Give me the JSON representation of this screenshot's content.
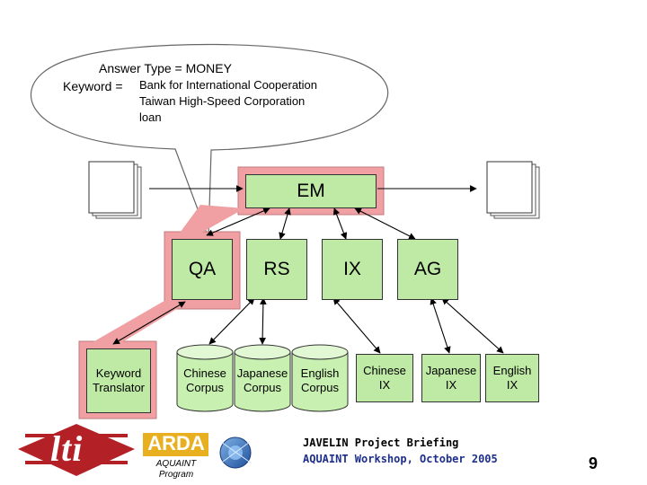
{
  "callout": {
    "answer_type": "Answer Type = MONEY",
    "keyword_prefix": "Keyword =",
    "keywords": [
      "Bank for International Cooperation",
      "Taiwan High-Speed Corporation",
      "loan"
    ]
  },
  "modules": {
    "em": "EM",
    "qa": "QA",
    "rs": "RS",
    "ix": "IX",
    "ag": "AG",
    "keyword_translator": [
      "Keyword",
      "Translator"
    ]
  },
  "corpora": [
    {
      "line1": "Chinese",
      "line2": "Corpus"
    },
    {
      "line1": "Japanese",
      "line2": "Corpus"
    },
    {
      "line1": "English",
      "line2": "Corpus"
    }
  ],
  "ix_boxes": [
    {
      "line1": "Chinese",
      "line2": "IX"
    },
    {
      "line1": "Japanese",
      "line2": "IX"
    },
    {
      "line1": "English",
      "line2": "IX"
    }
  ],
  "footer": {
    "lti_logo": "lti",
    "arda_logo": "ARDA",
    "aquaint_line1": "AQUAINT",
    "aquaint_line2": "Program",
    "title": "JAVELIN Project Briefing",
    "subtitle": "AQUAINT Workshop, October 2005",
    "page_number": "9"
  },
  "colors": {
    "box_fill": "#bfeaa6",
    "highlight": "#f0a0a3",
    "corpus_fill": "#c8f0b0",
    "logo_red": "#b32025",
    "arda_gold": "#e8b020",
    "subtitle_blue": "#1d2f8a"
  }
}
